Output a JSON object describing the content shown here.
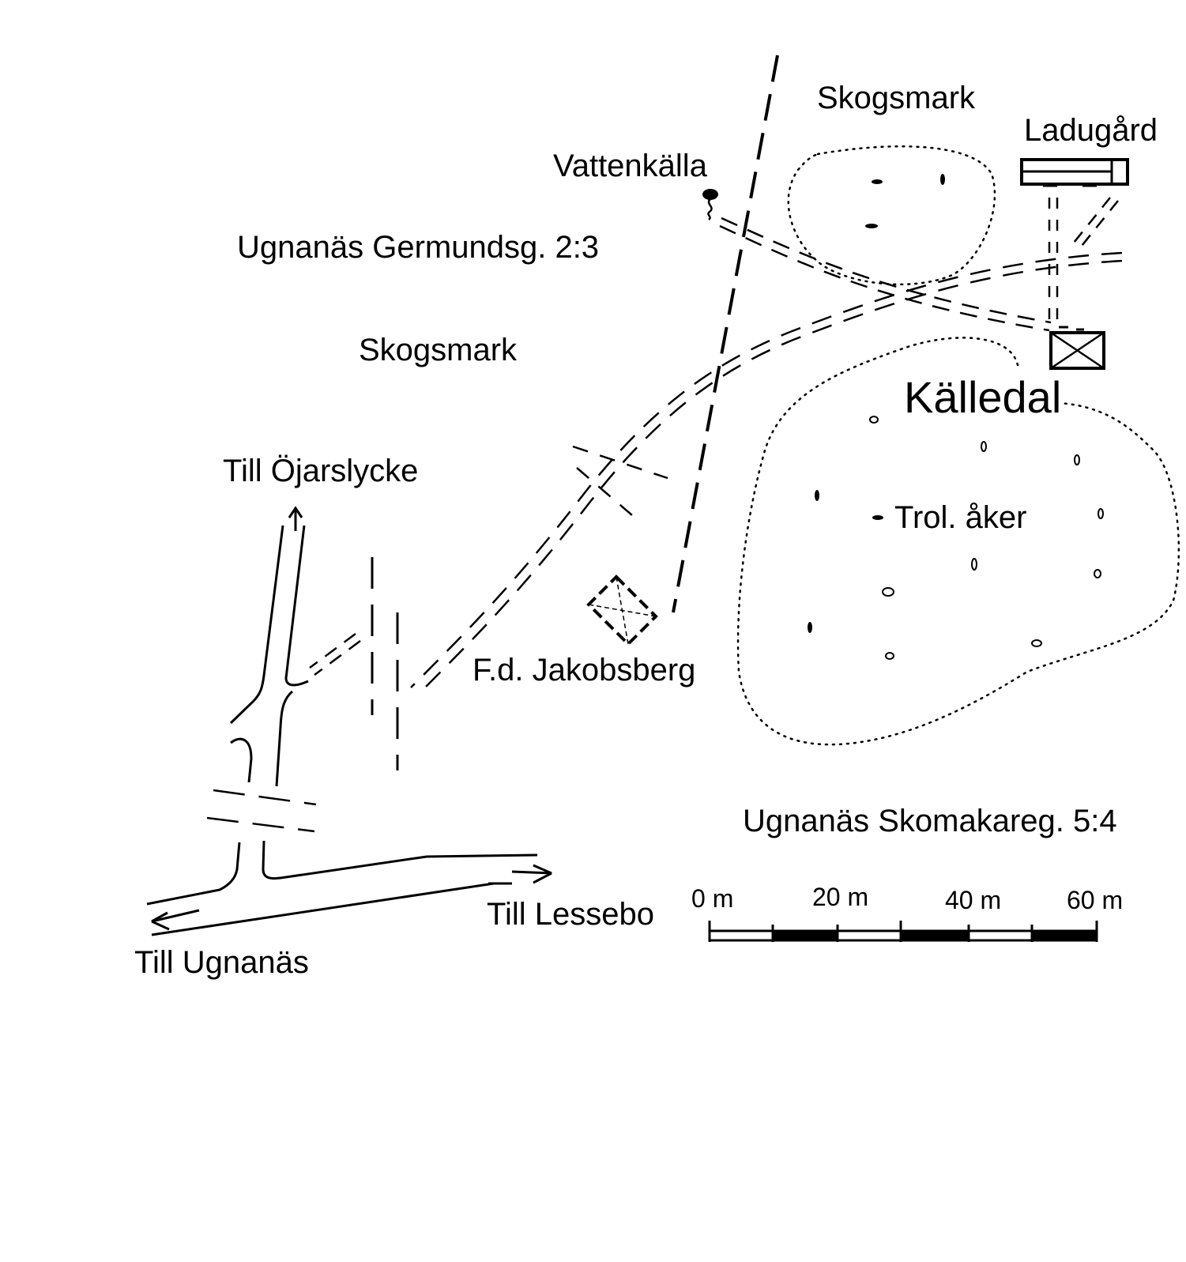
{
  "labels": {
    "skogsmark_north": "Skogsmark",
    "ladugard": "Ladugård",
    "vattenkalla": "Vattenkälla",
    "germundsg": "Ugnanäs Germundsg. 2:3",
    "skogsmark_west": "Skogsmark",
    "kalledal": "Källedal",
    "trol_aker": "Trol. åker",
    "till_ojarslycke": "Till Öjarslycke",
    "fd_jakobsberg": "F.d. Jakobsberg",
    "skomakareg": "Ugnanäs Skomakareg. 5:4",
    "till_lessebo": "Till Lessebo",
    "till_ugnanas": "Till Ugnanäs"
  },
  "scale_bar": {
    "ticks": [
      "0 m",
      "20 m",
      "40 m",
      "60 m"
    ]
  },
  "colors": {
    "ink": "#000000",
    "paper": "#ffffff"
  }
}
